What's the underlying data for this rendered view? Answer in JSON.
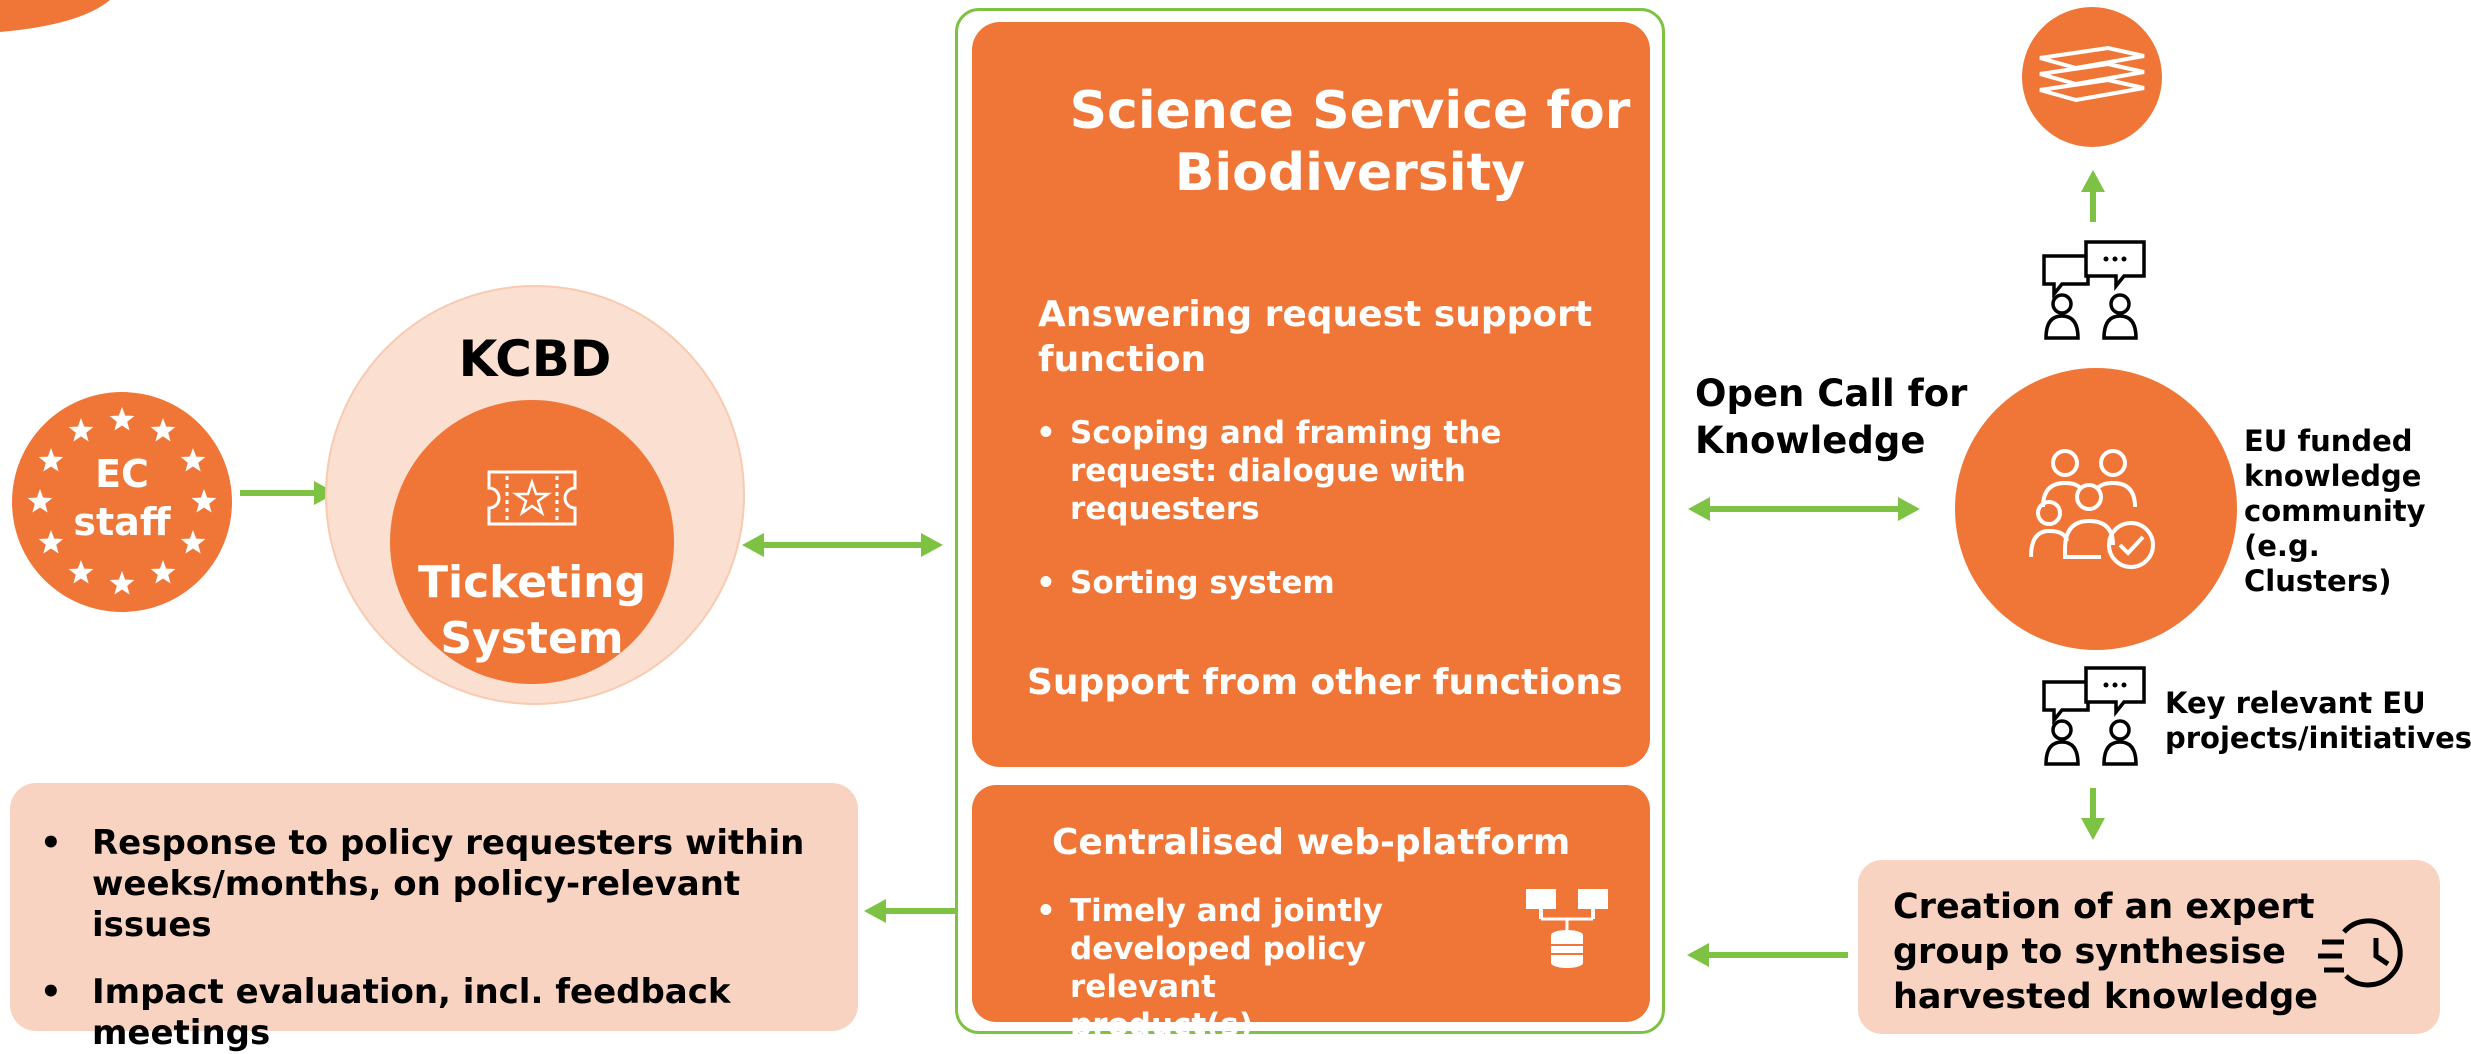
{
  "ec_staff": {
    "label": "EC\nstaff"
  },
  "kcbd": {
    "title": "KCBD",
    "ticketing_label": "Ticketing\nSystem"
  },
  "science_service": {
    "title": "Science Service for\nBiodiversity",
    "answering_heading": "Answering request support\nfunction",
    "bullets": [
      "Scoping and framing the\nrequest: dialogue with\nrequesters",
      "Sorting system"
    ],
    "support_heading": "Support from other functions"
  },
  "web_platform": {
    "title": "Centralised web-platform",
    "bullets": [
      "Timely and jointly\ndeveloped policy relevant\nproduct(s)"
    ]
  },
  "outcomes": {
    "bullets": [
      "Response to policy requesters within\nweeks/months, on policy-relevant issues",
      "Impact evaluation, incl. feedback\nmeetings"
    ]
  },
  "open_call": {
    "label": "Open Call for\nKnowledge"
  },
  "community": {
    "label": "EU funded\nknowledge\ncommunity\n(e.g. Clusters)"
  },
  "key_projects": {
    "label": "Key relevant EU\nprojects/initiatives"
  },
  "expert_group": {
    "label": "Creation of an expert\ngroup to synthesise\nharvested knowledge"
  },
  "colors": {
    "orange": "#F07637",
    "peach": "#F9D3C1",
    "green": "#7DC242"
  },
  "icons": [
    "stars-ring-icon",
    "ticket-icon",
    "layers-icon",
    "chat-people-icon",
    "team-check-icon",
    "database-network-icon",
    "clock-rewind-icon"
  ]
}
